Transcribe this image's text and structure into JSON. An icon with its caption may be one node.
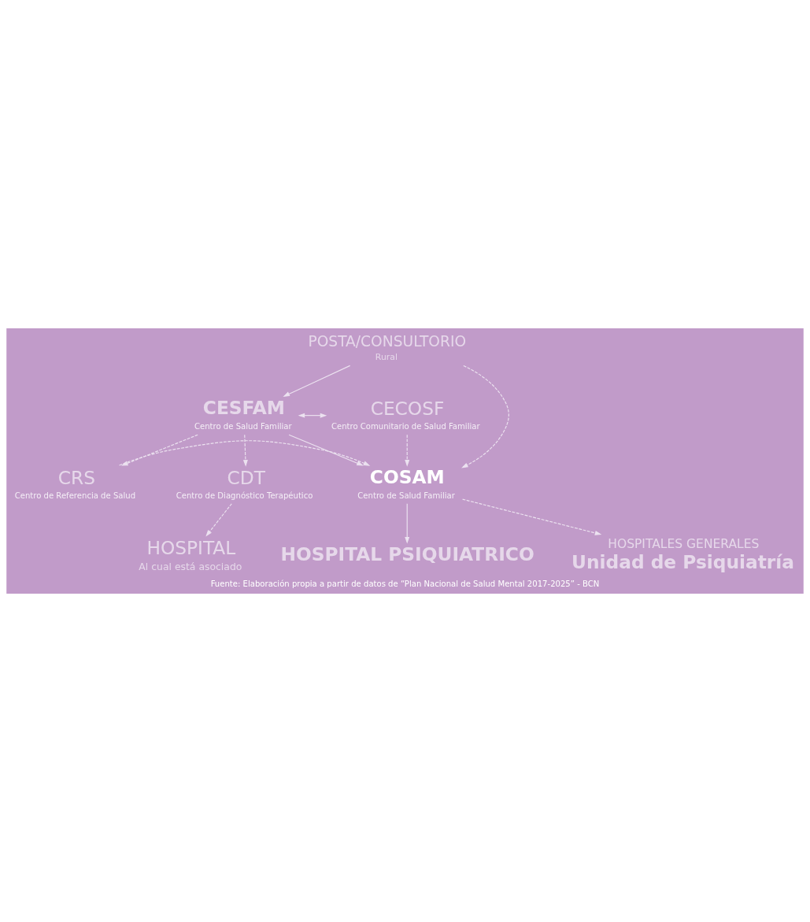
{
  "diagram": {
    "caption": "Fuente: Elaboración propia a partir de datos de “Plan Nacional de Salud Mental 2017-2025” - BCN",
    "nodes": [
      {
        "text": [
          "POSTA/CONSULTORIO",
          "Rural"
        ]
      },
      {
        "text": [
          "CESFAM",
          "Centro de Salud Familiar"
        ]
      },
      {
        "text": [
          "CECOSF",
          "Centro Comunitario de Salud Familiar"
        ]
      },
      {
        "text": [
          "CRS",
          "Centro de Referencia de Salud"
        ]
      },
      {
        "text": [
          "COSAM",
          "Centro de Salud Familiar"
        ]
      },
      {
        "text": [
          "CDT",
          "Centro de Diagnóstico Terapéutico"
        ]
      },
      {
        "text": [
          "HOSPITALES GENERALES",
          "Unidad de Psiquiatría"
        ]
      },
      {
        "text": [
          "HOSPITAL PSIQUIATRICO"
        ]
      },
      {
        "text": [
          "HOSPITAL",
          "Al cual está asociado"
        ]
      }
    ],
    "edges": [
      {
        "from": 0,
        "to": 1,
        "arrow": "to"
      },
      {
        "from": 1,
        "to": 2,
        "arrow": "both"
      },
      {
        "from": 1,
        "to": 4,
        "arrow": "to"
      },
      {
        "from": 0,
        "to": 4,
        "arrow": "to",
        "style": "dashed"
      },
      {
        "from": 2,
        "to": 4,
        "arrow": "to",
        "style": "dashed"
      },
      {
        "from": 1,
        "to": 3,
        "arrow": "to",
        "style": "dashed"
      },
      {
        "from": 1,
        "to": 5,
        "arrow": "to",
        "style": "dashed"
      },
      {
        "from": 3,
        "to": 4,
        "arrow": "to",
        "style": "dashed"
      },
      {
        "from": 4,
        "to": 6,
        "arrow": "to",
        "style": "dashed"
      },
      {
        "from": 4,
        "to": 7,
        "arrow": "to"
      },
      {
        "from": 5,
        "to": 8,
        "arrow": "to",
        "style": "dashed"
      }
    ]
  }
}
